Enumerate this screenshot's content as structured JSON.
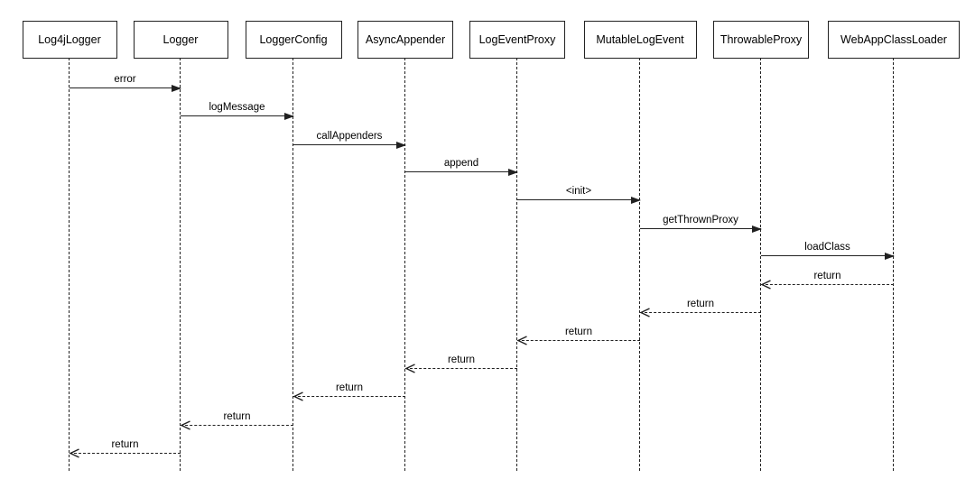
{
  "colors": {
    "background": "#ffffff",
    "line": "#212121",
    "text": "#000000"
  },
  "diagram": {
    "type": "uml-sequence",
    "participants": [
      {
        "name": "Log4jLogger"
      },
      {
        "name": "Logger"
      },
      {
        "name": "LoggerConfig"
      },
      {
        "name": "AsyncAppender"
      },
      {
        "name": "LogEventProxy"
      },
      {
        "name": "MutableLogEvent"
      },
      {
        "name": "ThrowableProxy"
      },
      {
        "name": "WebAppClassLoader"
      }
    ],
    "messages": [
      {
        "from": "Log4jLogger",
        "to": "Logger",
        "label": "error",
        "kind": "call"
      },
      {
        "from": "Logger",
        "to": "LoggerConfig",
        "label": "logMessage",
        "kind": "call"
      },
      {
        "from": "LoggerConfig",
        "to": "AsyncAppender",
        "label": "callAppenders",
        "kind": "call"
      },
      {
        "from": "AsyncAppender",
        "to": "LogEventProxy",
        "label": "append",
        "kind": "call"
      },
      {
        "from": "LogEventProxy",
        "to": "MutableLogEvent",
        "label": "<init>",
        "kind": "call"
      },
      {
        "from": "MutableLogEvent",
        "to": "ThrowableProxy",
        "label": "getThrownProxy",
        "kind": "call"
      },
      {
        "from": "ThrowableProxy",
        "to": "WebAppClassLoader",
        "label": "loadClass",
        "kind": "call"
      },
      {
        "from": "WebAppClassLoader",
        "to": "ThrowableProxy",
        "label": "return",
        "kind": "return"
      },
      {
        "from": "ThrowableProxy",
        "to": "MutableLogEvent",
        "label": "return",
        "kind": "return"
      },
      {
        "from": "MutableLogEvent",
        "to": "LogEventProxy",
        "label": "return",
        "kind": "return"
      },
      {
        "from": "LogEventProxy",
        "to": "AsyncAppender",
        "label": "return",
        "kind": "return"
      },
      {
        "from": "AsyncAppender",
        "to": "LoggerConfig",
        "label": "return",
        "kind": "return"
      },
      {
        "from": "LoggerConfig",
        "to": "Logger",
        "label": "return",
        "kind": "return"
      },
      {
        "from": "Logger",
        "to": "Log4jLogger",
        "label": "return",
        "kind": "return"
      }
    ]
  }
}
